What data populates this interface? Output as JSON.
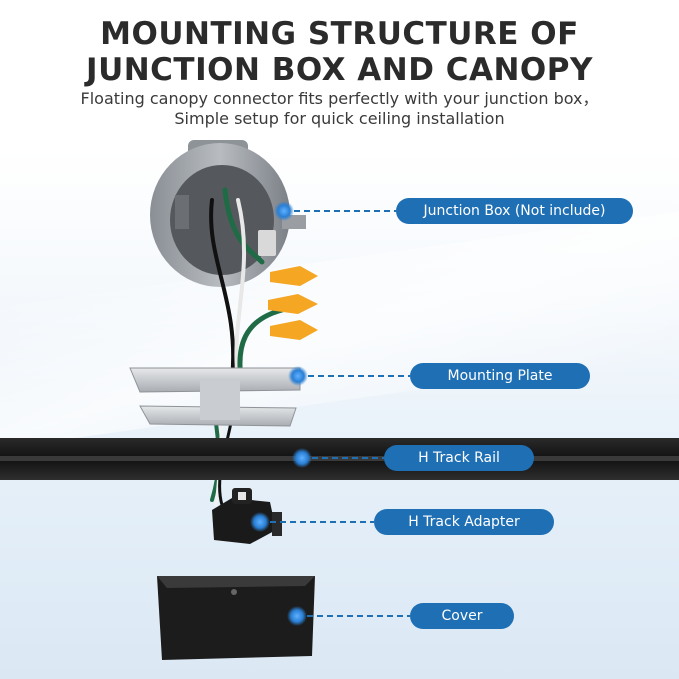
{
  "header": {
    "title_line1": "MOUNTING STRUCTURE OF",
    "title_line2": "JUNCTION BOX AND CANOPY",
    "subtitle_line1": "Floating canopy connector fits perfectly with your junction box，",
    "subtitle_line2": "Simple setup for quick ceiling installation"
  },
  "callouts": [
    {
      "id": "junction-box",
      "label": "Junction Box (Not include)"
    },
    {
      "id": "mounting-plate",
      "label": "Mounting Plate"
    },
    {
      "id": "h-track-rail",
      "label": "H Track Rail"
    },
    {
      "id": "h-track-adapter",
      "label": "H Track Adapter"
    },
    {
      "id": "cover",
      "label": "Cover"
    }
  ],
  "colors": {
    "callout_fill": "#1f6fb4",
    "callout_text": "#ffffff",
    "leader_line": "#1f6fb4",
    "wire_green": "#1f6b45",
    "wire_nut_orange": "#f5a623",
    "rail_black": "#1c1c1c"
  }
}
